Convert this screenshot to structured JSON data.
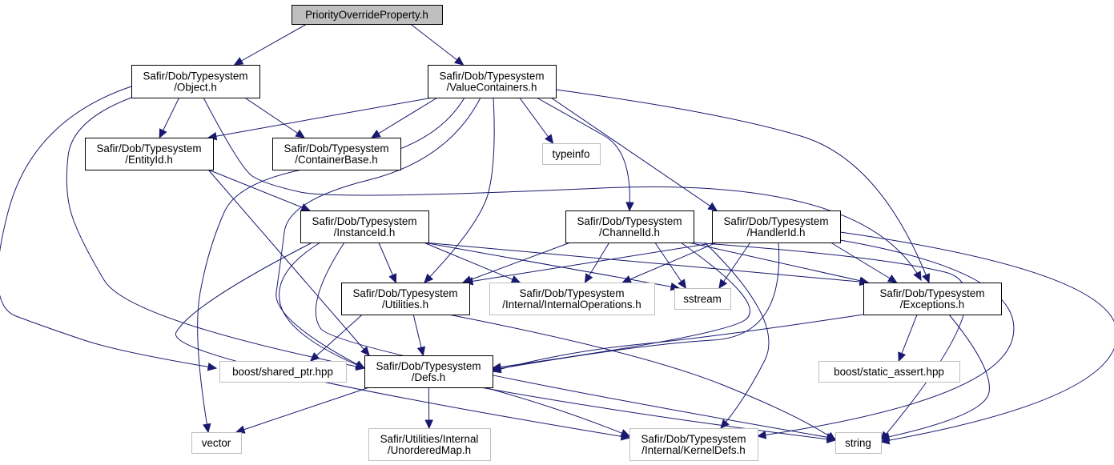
{
  "diagram": {
    "title": "PriorityOverrideProperty.h",
    "colors": {
      "edge": "#191970",
      "root_fill": "#bfbfbf",
      "root_border": "#000000",
      "documented_border": "#000000",
      "external_border": "#bfbfbf",
      "node_fill": "#ffffff"
    },
    "nodes": [
      {
        "id": "root",
        "lines": [
          "PriorityOverrideProperty.h"
        ],
        "kind": "root"
      },
      {
        "id": "object",
        "lines": [
          "Safir/Dob/Typesystem",
          "/Object.h"
        ],
        "kind": "documented"
      },
      {
        "id": "valuecontainers",
        "lines": [
          "Safir/Dob/Typesystem",
          "/ValueContainers.h"
        ],
        "kind": "documented"
      },
      {
        "id": "entityid",
        "lines": [
          "Safir/Dob/Typesystem",
          "/EntityId.h"
        ],
        "kind": "documented"
      },
      {
        "id": "containerbase",
        "lines": [
          "Safir/Dob/Typesystem",
          "/ContainerBase.h"
        ],
        "kind": "documented"
      },
      {
        "id": "typeinfo",
        "lines": [
          "typeinfo"
        ],
        "kind": "external"
      },
      {
        "id": "instanceid",
        "lines": [
          "Safir/Dob/Typesystem",
          "/InstanceId.h"
        ],
        "kind": "documented"
      },
      {
        "id": "channelid",
        "lines": [
          "Safir/Dob/Typesystem",
          "/ChannelId.h"
        ],
        "kind": "documented"
      },
      {
        "id": "handlerid",
        "lines": [
          "Safir/Dob/Typesystem",
          "/HandlerId.h"
        ],
        "kind": "documented"
      },
      {
        "id": "utilities",
        "lines": [
          "Safir/Dob/Typesystem",
          "/Utilities.h"
        ],
        "kind": "documented"
      },
      {
        "id": "internalops",
        "lines": [
          "Safir/Dob/Typesystem",
          "/Internal/InternalOperations.h"
        ],
        "kind": "external"
      },
      {
        "id": "sstream",
        "lines": [
          "sstream"
        ],
        "kind": "external"
      },
      {
        "id": "exceptions",
        "lines": [
          "Safir/Dob/Typesystem",
          "/Exceptions.h"
        ],
        "kind": "documented"
      },
      {
        "id": "sharedptr",
        "lines": [
          "boost/shared_ptr.hpp"
        ],
        "kind": "external"
      },
      {
        "id": "defs",
        "lines": [
          "Safir/Dob/Typesystem",
          "/Defs.h"
        ],
        "kind": "documented"
      },
      {
        "id": "staticassert",
        "lines": [
          "boost/static_assert.hpp"
        ],
        "kind": "external"
      },
      {
        "id": "vector",
        "lines": [
          "vector"
        ],
        "kind": "external"
      },
      {
        "id": "unorderedmap",
        "lines": [
          "Safir/Utilities/Internal",
          "/UnorderedMap.h"
        ],
        "kind": "external"
      },
      {
        "id": "kerneldefs",
        "lines": [
          "Safir/Dob/Typesystem",
          "/Internal/KernelDefs.h"
        ],
        "kind": "external"
      },
      {
        "id": "string",
        "lines": [
          "string"
        ],
        "kind": "external"
      }
    ],
    "edges": [
      [
        "root",
        "object"
      ],
      [
        "root",
        "valuecontainers"
      ],
      [
        "object",
        "entityid"
      ],
      [
        "object",
        "containerbase"
      ],
      [
        "object",
        "sharedptr"
      ],
      [
        "object",
        "defs"
      ],
      [
        "object",
        "exceptions"
      ],
      [
        "valuecontainers",
        "entityid"
      ],
      [
        "valuecontainers",
        "containerbase"
      ],
      [
        "valuecontainers",
        "typeinfo"
      ],
      [
        "valuecontainers",
        "channelid"
      ],
      [
        "valuecontainers",
        "handlerid"
      ],
      [
        "valuecontainers",
        "exceptions"
      ],
      [
        "valuecontainers",
        "utilities"
      ],
      [
        "valuecontainers",
        "defs"
      ],
      [
        "valuecontainers",
        "vector"
      ],
      [
        "entityid",
        "instanceid"
      ],
      [
        "entityid",
        "defs"
      ],
      [
        "instanceid",
        "utilities"
      ],
      [
        "instanceid",
        "internalops"
      ],
      [
        "instanceid",
        "sstream"
      ],
      [
        "instanceid",
        "exceptions"
      ],
      [
        "instanceid",
        "defs"
      ],
      [
        "instanceid",
        "kerneldefs"
      ],
      [
        "instanceid",
        "string"
      ],
      [
        "channelid",
        "utilities"
      ],
      [
        "channelid",
        "internalops"
      ],
      [
        "channelid",
        "sstream"
      ],
      [
        "channelid",
        "exceptions"
      ],
      [
        "channelid",
        "defs"
      ],
      [
        "channelid",
        "kerneldefs"
      ],
      [
        "channelid",
        "string"
      ],
      [
        "handlerid",
        "utilities"
      ],
      [
        "handlerid",
        "internalops"
      ],
      [
        "handlerid",
        "sstream"
      ],
      [
        "handlerid",
        "exceptions"
      ],
      [
        "handlerid",
        "defs"
      ],
      [
        "handlerid",
        "kerneldefs"
      ],
      [
        "handlerid",
        "string"
      ],
      [
        "utilities",
        "sharedptr"
      ],
      [
        "utilities",
        "defs"
      ],
      [
        "utilities",
        "string"
      ],
      [
        "exceptions",
        "defs"
      ],
      [
        "exceptions",
        "staticassert"
      ],
      [
        "exceptions",
        "string"
      ],
      [
        "defs",
        "vector"
      ],
      [
        "defs",
        "unorderedmap"
      ],
      [
        "defs",
        "kerneldefs"
      ],
      [
        "defs",
        "string"
      ]
    ]
  }
}
